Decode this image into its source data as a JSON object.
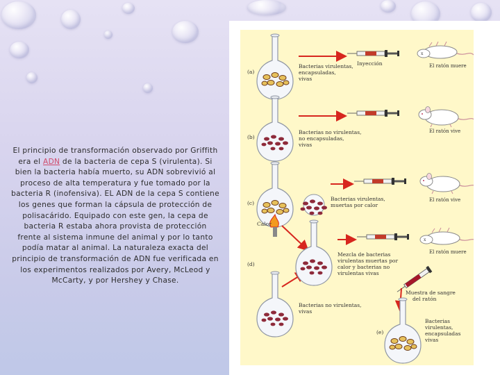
{
  "paragraph": {
    "before_link": "El principio de transformación observado por Griffith era el ",
    "link_text": "ADN",
    "after_link": " de la bacteria de cepa S (virulenta). Si bien la bacteria había muerto, su ADN sobrevivió al proceso de alta temperatura y fue tomado por la bacteria R (inofensiva). EL ADN de la cepa S contiene los genes que forman la cápsula de protección de polisacárido. Equipado con este gen, la cepa de bacteria R estaba ahora provista de protección frente al sistema inmune del animal y por lo tanto podía matar al animal. La naturaleza exacta del principio de transformación de ADN fue verificada en los experimentos realizados por Avery, McLeod y McCarty, y por Hershey y Chase."
  },
  "figure": {
    "a": {
      "letter": "(a)",
      "label_1": "Bacterias virulentas,",
      "label_2": "encapsuladas,",
      "label_3": "vivas",
      "injection": "Inyección",
      "result": "El ratón muere"
    },
    "b": {
      "letter": "(b)",
      "label_1": "Bacterias no virulentas,",
      "label_2": "no encapsuladas,",
      "label_3": "vivas",
      "result": "El ratón vive"
    },
    "c": {
      "letter": "(c)",
      "label_1": "Bacterias virulentas,",
      "label_2": "muertas por calor",
      "heat": "Calor",
      "result": "El ratón vive"
    },
    "d": {
      "letter": "(d)",
      "mix_1": "Mezcla de bacterias",
      "mix_2": "virulentas muertas por",
      "mix_3": "calor y bacterias no",
      "mix_4": "virulentas vivas",
      "result": "El ratón muere",
      "blood_1": "Muestra de sangre",
      "blood_2": "del ratón",
      "live_1": "Bacterias no virulentas,",
      "live_2": "vivas",
      "e_letter": "(e)",
      "final_1": "Bacterias",
      "final_2": "virulentas,",
      "final_3": "encapsuladas",
      "final_4": "vivas"
    },
    "colors": {
      "background": "#fff8c9",
      "arrow": "#d7261e",
      "bacteria_capsule": "#d9b24a",
      "bacteria_rough": "#8e2a3a"
    }
  }
}
